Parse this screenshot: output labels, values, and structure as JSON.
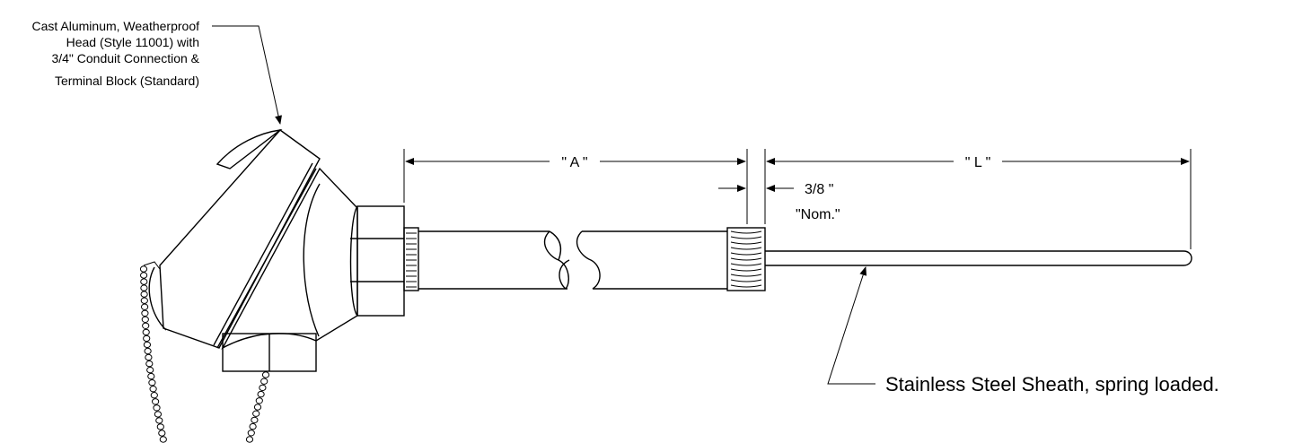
{
  "callouts": {
    "head_line1": "Cast Aluminum, Weatherproof",
    "head_line2": "Head (Style 11001) with",
    "head_line3": "3/4\" Conduit Connection &",
    "head_line4": "Terminal Block (Standard)",
    "sheath": "Stainless Steel Sheath, spring loaded."
  },
  "dimensions": {
    "a_label": "\" A \"",
    "l_label": "\" L \"",
    "thread_size": "3/8 \"",
    "nominal": "\"Nom.\""
  }
}
